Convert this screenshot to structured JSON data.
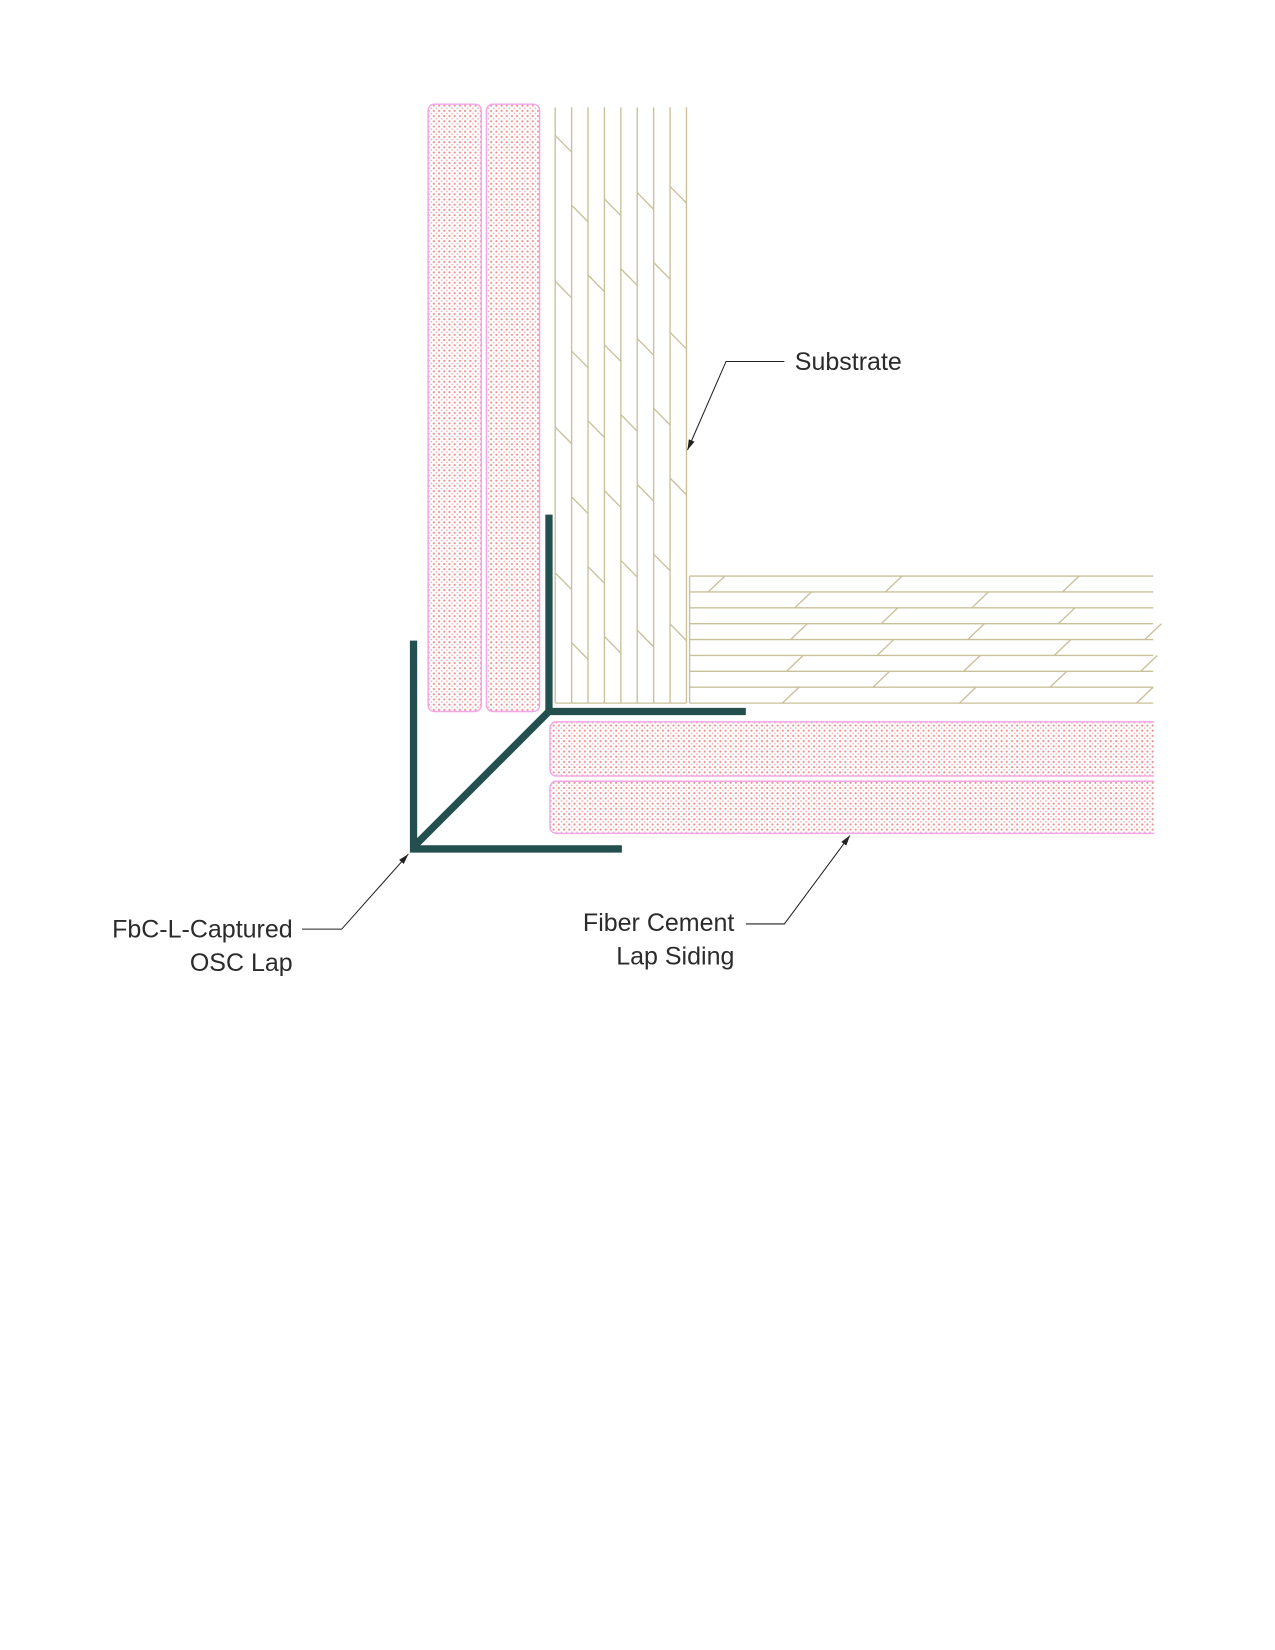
{
  "labels": {
    "substrate": "Substrate",
    "trim_line1": "FbC-L-Captured",
    "trim_line2": "OSC Lap",
    "siding_line1": "Fiber Cement",
    "siding_line2": "Lap Siding"
  },
  "colors": {
    "trim": "#234f4f",
    "siding_fill": "#f08a8a",
    "siding_outline": "#f2a6e6",
    "substrate_lines": "#c9c09a"
  }
}
